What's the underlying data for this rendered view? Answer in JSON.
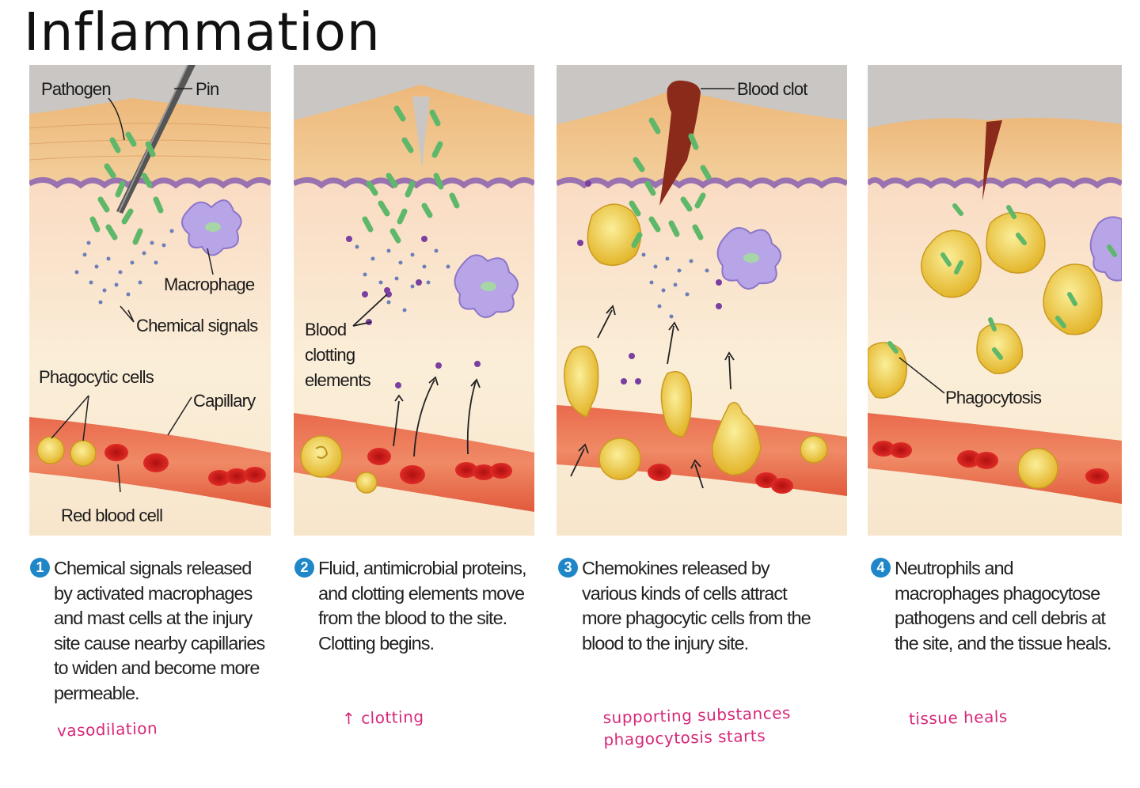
{
  "title": "Inflammation",
  "panels": [
    {
      "labels": {
        "pathogen": "Pathogen",
        "pin": "Pin",
        "macrophage": "Macrophage",
        "chemical_signals": "Chemical signals",
        "phagocytic_cells": "Phagocytic cells",
        "capillary": "Capillary",
        "red_blood_cell": "Red blood cell"
      },
      "number": "1",
      "caption": "Chemical signals released by activated macrophages and mast cells at the injury site cause nearby capillaries to widen and become more permeable.",
      "note": "vasodilation"
    },
    {
      "labels": {
        "blood_clotting_1": "Blood",
        "blood_clotting_2": "clotting",
        "blood_clotting_3": "elements"
      },
      "number": "2",
      "caption": "Fluid, antimicrobial proteins, and clotting elements move from the blood to the site. Clotting begins.",
      "note": "clotting"
    },
    {
      "labels": {
        "blood_clot": "Blood clot"
      },
      "number": "3",
      "caption": "Chemokines released by various kinds of cells attract more phagocytic cells from the blood to the injury site.",
      "note_line1": "supporting substances",
      "note_line2": "phagocytosis starts"
    },
    {
      "labels": {
        "phagocytosis": "Phagocytosis"
      },
      "number": "4",
      "caption": "Neutrophils and macrophages phagocytose pathogens and cell debris at the site, and the tissue heals.",
      "note": "tissue heals"
    }
  ],
  "colors": {
    "background_gray": "#c9c6c3",
    "skin": "#f0c890",
    "membrane": "#9a72b0",
    "tissue": "#fbe4c8",
    "vessel": "#e8533a",
    "red_cell": "#d9201e",
    "phagocyte": "#f0d040",
    "macrophage": "#b7a5e8",
    "bacteria": "#5fb86a",
    "clot": "#8a2a1a",
    "caption_number": "#1f86c8",
    "annotation": "#d6287a"
  }
}
